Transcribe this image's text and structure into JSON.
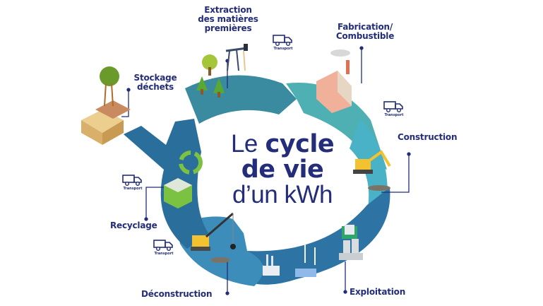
{
  "title": {
    "line1_prefix": "Le",
    "line1_bold": "cycle",
    "line2_bold": "de vie",
    "line3": "d’un kWh"
  },
  "stages": [
    {
      "id": "extraction",
      "label_lines": [
        "Extraction",
        "des matières",
        "premières"
      ],
      "segment_color": "#3a8aa0"
    },
    {
      "id": "fabrication",
      "label_lines": [
        "Fabrication/",
        "Combustible"
      ],
      "segment_color": "#4fb0b3"
    },
    {
      "id": "construction",
      "label_lines": [
        "Construction"
      ],
      "segment_color": "#49b2c7"
    },
    {
      "id": "exploitation",
      "label_lines": [
        "Exploitation"
      ],
      "segment_color": "#2d74a5"
    },
    {
      "id": "deconstruction",
      "label_lines": [
        "Déconstruction"
      ],
      "segment_color": "#3d8dbb"
    },
    {
      "id": "recyclage",
      "label_lines": [
        "Recyclage"
      ],
      "segment_color": "#2a6f9b"
    },
    {
      "id": "stockage",
      "label_lines": [
        "Stockage",
        "déchets"
      ],
      "segment_color": "#2a6f9b"
    }
  ],
  "transport": {
    "caption": "Transport",
    "icon": "truck-icon",
    "count": 4
  },
  "colors": {
    "text_navy": "#232d7a",
    "background": "#ffffff",
    "recycle_green": "#7cc242",
    "tree_green": "#8bb33a",
    "factory_pink": "#f0b09a",
    "excavator_yellow": "#f2c230",
    "sand": "#e8c98a"
  }
}
